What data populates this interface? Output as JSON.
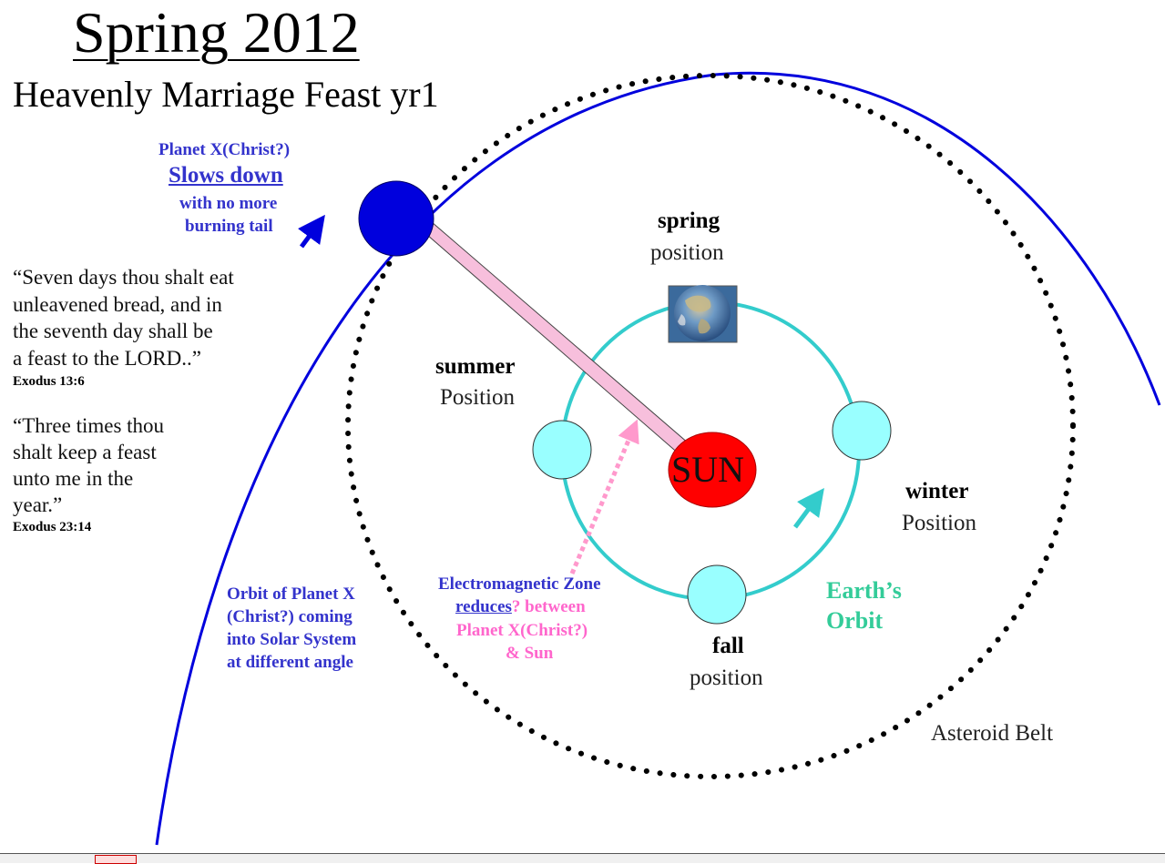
{
  "title": "Spring 2012",
  "subtitle": "Heavenly Marriage Feast yr1",
  "planet_x_note": {
    "line1": "Planet X(Christ?)",
    "line2": "Slows down",
    "line3": "with no more",
    "line4": "burning tail"
  },
  "scripture_1": {
    "lines": [
      "“Seven days thou shalt eat",
      "unleavened bread, and in",
      "the seventh day shall be",
      "a feast to the LORD..”"
    ],
    "ref": "Exodus 13:6"
  },
  "scripture_2": {
    "lines": [
      "“Three times thou",
      "shalt keep a feast",
      "unto me in the",
      "year.”"
    ],
    "ref": "Exodus 23:14"
  },
  "seasons": {
    "spring": {
      "bold": "spring",
      "plain": "position"
    },
    "summer": {
      "bold": "summer",
      "plain": "Position"
    },
    "winter": {
      "bold": "winter",
      "plain": "Position"
    },
    "fall": {
      "bold": "fall",
      "plain": "position"
    }
  },
  "sun_label": "SUN",
  "earth_orbit": {
    "line1": "Earth’s",
    "line2": "Orbit"
  },
  "em_zone": {
    "line1": "Electromagnetic Zone",
    "line2a": "reduces",
    "line2b": "? between",
    "line3": "Planet X(Christ?)",
    "line4": "& Sun"
  },
  "orbit_x_note": [
    "Orbit of Planet X",
    "(Christ?) coming",
    "into Solar System",
    "at different angle"
  ],
  "asteroid_belt_label": "Asteroid Belt",
  "colors": {
    "planet_x": "#0000dd",
    "sun": "#ff0000",
    "earth_orbit": "#33cccc",
    "earth_positions": "#99ffff",
    "asteroid_dots": "#000000",
    "beam": "#f7bfdc",
    "em_arrow": "#ff99cc",
    "label_blue": "#3333cc"
  },
  "icons": [
    "earth-globe-icon",
    "planet-x-arrow-icon",
    "earth-direction-arrow-icon",
    "em-zone-arrow-icon"
  ]
}
